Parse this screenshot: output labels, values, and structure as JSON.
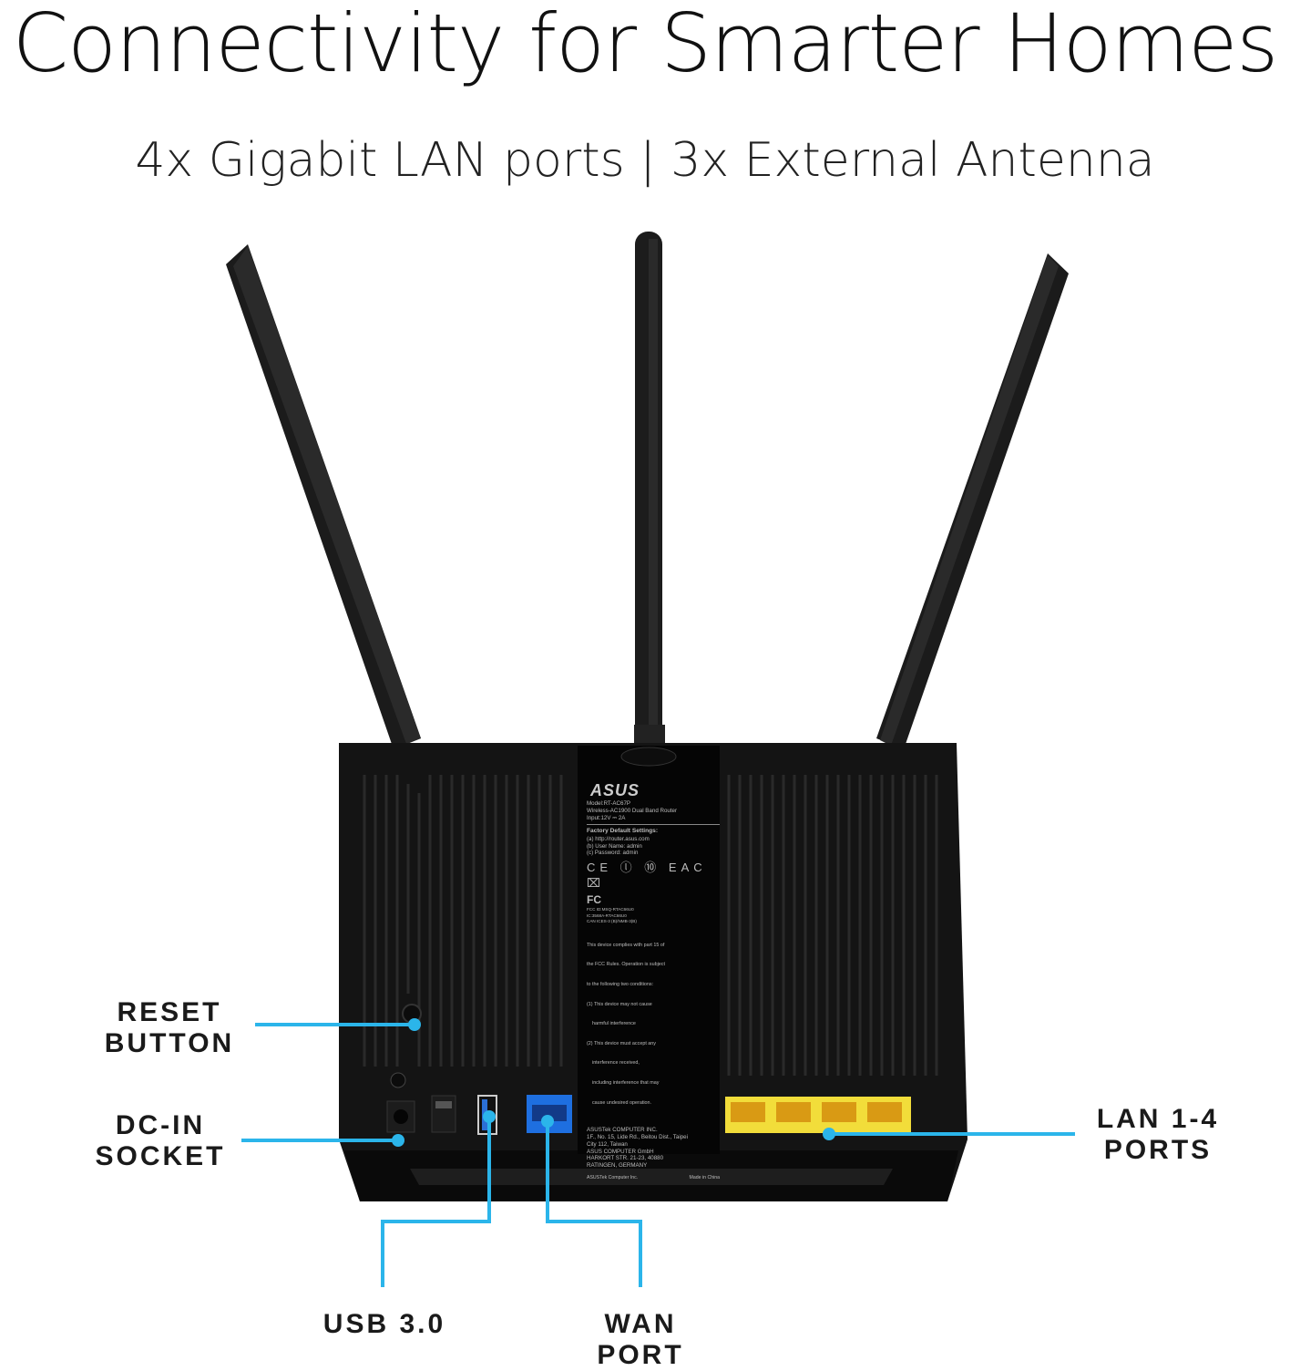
{
  "header": {
    "title": "Connectivity for Smarter Homes",
    "subtitle": "4x Gigabit LAN ports | 3x External Antenna"
  },
  "callouts": {
    "reset": [
      "RESET",
      "BUTTON"
    ],
    "dc_in": [
      "DC-IN",
      "SOCKET"
    ],
    "usb": "USB 3.0",
    "wan": [
      "WAN",
      "PORT"
    ],
    "lan": [
      "LAN 1-4",
      "PORTS"
    ]
  },
  "sticker": {
    "brand": "ASUS",
    "model": "Model:RT-AC67P",
    "description": "Wireless-AC1900 Dual Band Router",
    "input": "Input:12V ⎓ 2A",
    "defaults_heading": "Factory Default Settings:",
    "defaults": [
      "(a) http://router.asus.com",
      "(b) User Name: admin",
      "(c) Password: admin"
    ],
    "cert_marks": "CE ⓛ ⑩ EAC ⌧",
    "fcc_mark": "FC",
    "ids": [
      "FCC ID:MSQ-RTAC66U0",
      "IC:3568A-RTAC66U0",
      "CAN ICES-3 (B)/NMB-3(B)"
    ],
    "compliance": [
      "This device complies with part 15 of",
      "the FCC Rules. Operation is subject",
      "to the following two conditions:",
      "(1) This device may not cause",
      "    harmful interference",
      "(2) This device must accept any",
      "    interference received,",
      "    including interference that may",
      "    cause undesired operation."
    ],
    "address": [
      "ASUSTek COMPUTER INC.",
      "1F., No. 15, Lide Rd., Beitou Dist., Taipei",
      "City 112, Taiwan",
      "ASUS COMPUTER GmbH",
      "HARKORT STR. 21-23, 40880",
      "RATINGEN, GERMANY"
    ],
    "footer_left": "ASUSTek Computer Inc.",
    "footer_right": "Made in China"
  },
  "colors": {
    "callout_line": "#2bb5ea",
    "router_body": "#151515",
    "wan_port": "#1e6fe0",
    "lan_ports": "#f2dd3a"
  }
}
